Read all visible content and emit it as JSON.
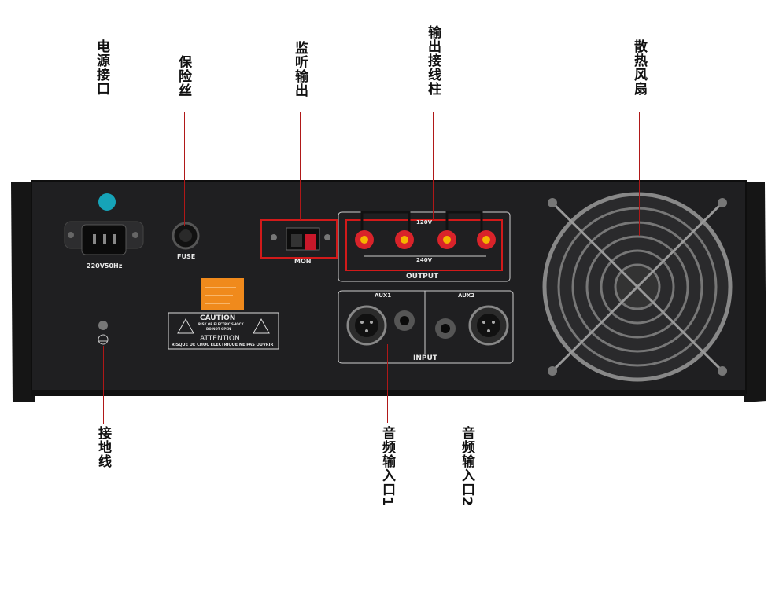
{
  "callouts": {
    "power": "电源接口",
    "fuse": "保险丝",
    "monitor": "监听输出",
    "terminals": "输出接线柱",
    "fan": "散热风扇",
    "ground": "接地线",
    "input1": "音频输入口1",
    "input2": "音频输入口2"
  },
  "panel": {
    "power_rating": "220V50Hz",
    "fuse_label": "FUSE",
    "mon_label": "MON",
    "voltage_top": "120V",
    "voltage_bottom": "240V",
    "output_label": "OUTPUT",
    "aux1_label": "AUX1",
    "aux2_label": "AUX2",
    "input_label": "INPUT",
    "caution": "CAUTION",
    "caution_sub1": "RISK OF ELECTRIC SHOCK",
    "caution_sub2": "DO NOT OPEN",
    "attention": "ATTENTION",
    "attention_sub": "RISQUE DE CHOC ELECTRIQUE NE PAS OUVRIR"
  },
  "colors": {
    "chassis": "#1d1d1f",
    "leader": "#b01818",
    "terminal_red": "#d9232a",
    "sticker": "#f08a1c"
  }
}
